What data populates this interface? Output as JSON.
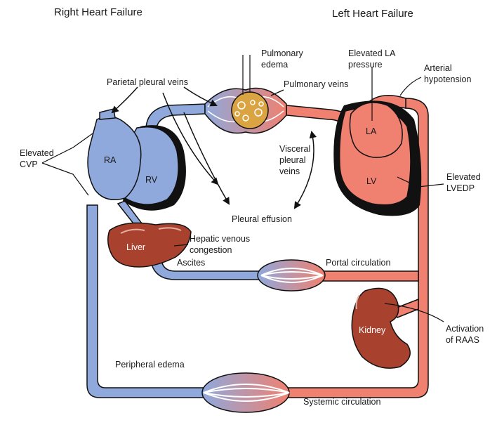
{
  "titles": {
    "right": "Right Heart Failure",
    "left": "Left Heart Failure"
  },
  "chambers": {
    "ra": "RA",
    "rv": "RV",
    "la": "LA",
    "lv": "LV"
  },
  "organs": {
    "liver": "Liver",
    "kidney": "Kidney"
  },
  "labels": {
    "pulmonary_edema": [
      "Pulmonary",
      "edema"
    ],
    "elevated_la": [
      "Elevated LA",
      "pressure"
    ],
    "arterial_hypotension": [
      "Arterial",
      "hypotension"
    ],
    "parietal_pleural_veins": "Parietal pleural veins",
    "pulmonary_veins": "Pulmonary veins",
    "elevated_cvp": [
      "Elevated",
      "CVP"
    ],
    "visceral_pleural_veins": [
      "Visceral",
      "pleural",
      "veins"
    ],
    "elevated_lvedp": [
      "Elevated",
      "LVEDP"
    ],
    "pleural_effusion": "Pleural effusion",
    "hepatic_congestion": [
      "Hepatic venous",
      "congestion"
    ],
    "ascites": "Ascites",
    "portal_circulation": "Portal circulation",
    "activation_raas": [
      "Activation",
      "of RAAS"
    ],
    "peripheral_edema": "Peripheral edema",
    "systemic_circulation": "Systemic circulation"
  },
  "colors": {
    "venous_blue": "#8fa9dc",
    "arterial_red": "#f08070",
    "organ_brown": "#a8422f",
    "edema_tan": "#d9a441",
    "outline": "#111111"
  }
}
